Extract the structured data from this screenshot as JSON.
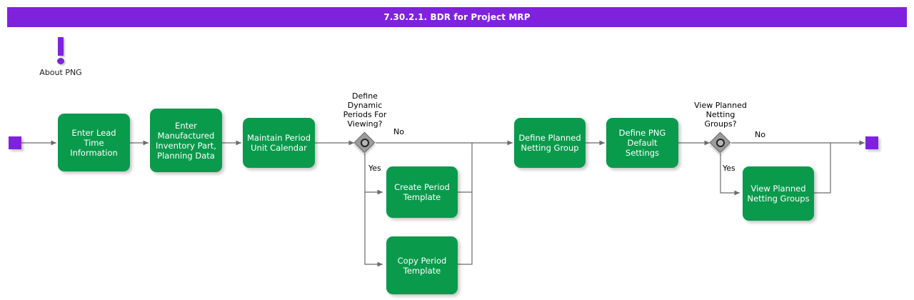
{
  "header": {
    "title": "7.30.2.1. BDR for Project MRP",
    "background": "#7f22dd",
    "text_color": "#ffffff"
  },
  "annotation": {
    "icon": "exclamation-icon",
    "label": "About PNG",
    "color": "#7f22dd"
  },
  "palette": {
    "task_fill": "#0a9a4c",
    "task_text": "#ffffff",
    "event_fill": "#7f22dd",
    "gateway_fill": "#9b9b9b",
    "connector": "#6b6b6b"
  },
  "diagram": {
    "type": "flowchart",
    "start_event": {
      "name": "start-event"
    },
    "end_event": {
      "name": "end-event"
    },
    "tasks": [
      {
        "id": "enter-lead-time-information",
        "label": "Enter Lead Time\nInformation"
      },
      {
        "id": "enter-manufactured-inventory-part-planning-data",
        "label": "Enter\nManufactured\nInventory Part,\nPlanning Data"
      },
      {
        "id": "maintain-period-unit-calendar",
        "label": "Maintain Period\nUnit Calendar"
      },
      {
        "id": "create-period-template",
        "label": "Create Period\nTemplate"
      },
      {
        "id": "copy-period-template",
        "label": "Copy Period\nTemplate"
      },
      {
        "id": "define-planned-netting-group",
        "label": "Define Planned\nNetting Group"
      },
      {
        "id": "define-png-default-settings",
        "label": "Define PNG\nDefault Settings"
      },
      {
        "id": "view-planned-netting-groups",
        "label": "View Planned\nNetting Groups"
      }
    ],
    "gateways": [
      {
        "id": "define-dynamic-periods-gateway",
        "caption": "Define\nDynamic\nPeriods For\nViewing?",
        "branches": {
          "no": "No",
          "yes": "Yes"
        }
      },
      {
        "id": "view-planned-netting-groups-gateway",
        "caption": "View Planned\nNetting\nGroups?",
        "branches": {
          "no": "No",
          "yes": "Yes"
        }
      }
    ]
  }
}
